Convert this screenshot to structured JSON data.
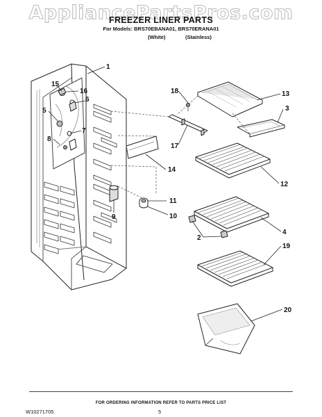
{
  "watermark": "AppliancePartsPros.com",
  "header": {
    "title": "FREEZER LINER PARTS",
    "models_line": "For Models: BRS70EBANA01, BRS70ERANA01",
    "color_white": "(White)",
    "color_stainless": "(Stainless)"
  },
  "callouts": {
    "c1": "1",
    "c2": "2",
    "c3": "3",
    "c4": "4",
    "c5": "5",
    "c6": "6",
    "c7": "7",
    "c8": "8",
    "c9": "9",
    "c10": "10",
    "c11": "11",
    "c12": "12",
    "c13": "13",
    "c14": "14",
    "c15": "15",
    "c16": "16",
    "c17": "17",
    "c18": "18",
    "c19": "19",
    "c20": "20"
  },
  "footer": {
    "note": "FOR ORDERING INFORMATION REFER TO PARTS PRICE LIST",
    "doc_number": "W10271705",
    "page": "5"
  }
}
